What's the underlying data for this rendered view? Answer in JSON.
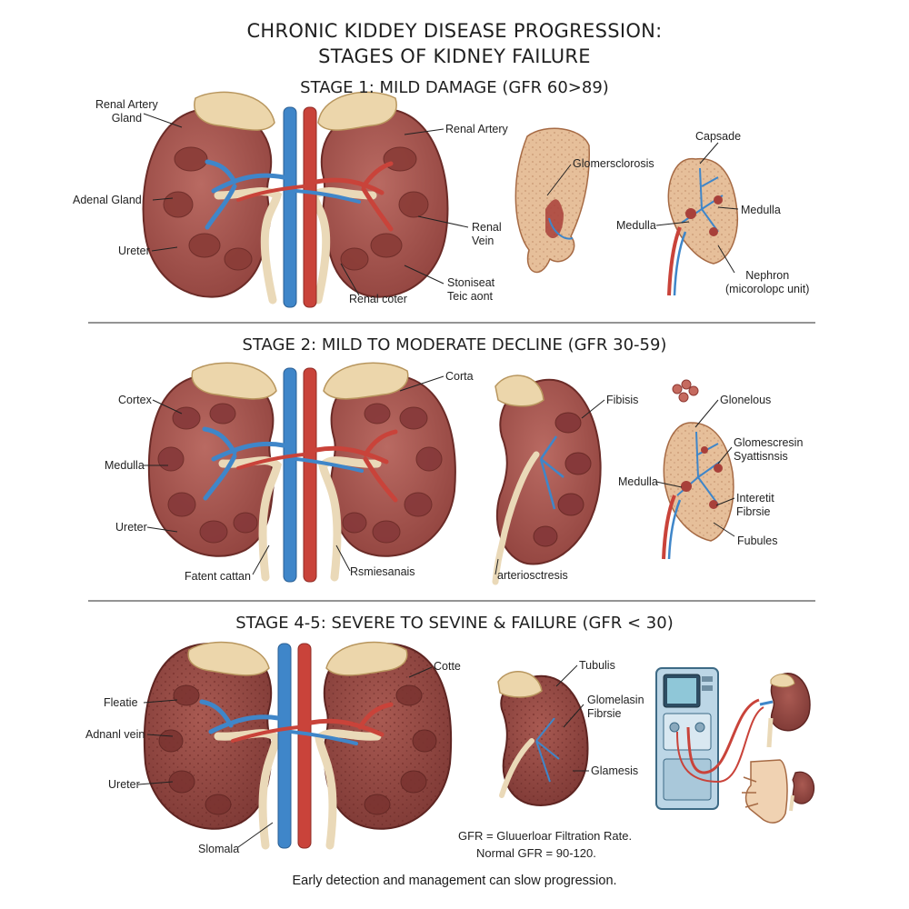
{
  "title": {
    "line1": "CHRONIC KIDDEY DISEASE PROGRESSION:",
    "line2": "STAGES OF KIDNEY FAILURE"
  },
  "stage1": {
    "heading": "STAGE 1: MILD DAMAGE (GFR 60>89)",
    "labels": {
      "renal_artery_gland": "Renal Artery\nGland",
      "adenal_gland": "Adenal Gland",
      "ureter": "Ureter",
      "renal_artery": "Renal Artery",
      "renal_vein": "Renal\nVein",
      "stoniseat": "Stoniseat\nTeic aont",
      "renal_coter": "Renal coter",
      "glomersclorosis": "Glomersclorosis",
      "capsade": "Capsade",
      "medulla_left": "Medulla",
      "medulla_right": "Medulla",
      "nephron": "Nephron\n(micorolopc unit)"
    }
  },
  "stage2": {
    "heading": "STAGE 2: MILD TO MODERATE DECLINE (GFR 30-59)",
    "labels": {
      "cortex": "Cortex",
      "medulla": "Medulla",
      "ureter": "Ureter",
      "fatent_cattan": "Fatent cattan",
      "rsmiesanais": "Rsmiesanais",
      "corta": "Corta",
      "fibisis": "Fibisis",
      "arteriosctresis": "arteriosctresis",
      "glonelous": "Glonelous",
      "glomescresin": "Glomescresin\nSyattisnsis",
      "medulla_right": "Medulla",
      "interetit": "Interetit\nFibrsie",
      "fubules": "Fubules"
    }
  },
  "stage3": {
    "heading": "STAGE 4-5: SEVERE TO SEVINE & FAILURE (GFR < 30)",
    "labels": {
      "fleatie": "Fleatie",
      "adnanl_vein": "Adnanl vein",
      "ureter": "Ureter",
      "slomala": "Slomala",
      "cotte": "Cotte",
      "tubulis": "Tubulis",
      "glomelasin": "Glomelasin\nFibrsie",
      "glamesis": "Glamesis"
    },
    "note_line1": "GFR = Gluuerloar Filtration Rate.",
    "note_line2": "Normal GFR = 90-120."
  },
  "footer": "Early detection and management can slow progression.",
  "colors": {
    "kidney": "#a9554f",
    "kidney_dark": "#7d332f",
    "artery": "#c9433a",
    "vein": "#3f86c9",
    "adrenal": "#e9d3a7",
    "ureter": "#ead9b8",
    "tissue": "#e6bf9a"
  }
}
